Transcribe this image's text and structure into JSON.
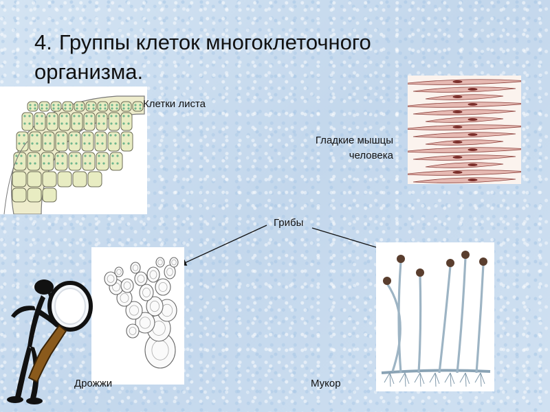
{
  "slide": {
    "number": "4.",
    "title": "Группы клеток многоклеточного организма."
  },
  "labels": {
    "leaf_cells": "Клетки листа",
    "smooth_muscle_line1": "Гладкие мышцы",
    "smooth_muscle_line2": "человека",
    "fungi": "Грибы",
    "yeast": "Дрожжи",
    "mucor": "Мукор"
  },
  "colors": {
    "background": "#c9dcef",
    "leaf_cell_fill": "#e8ecc2",
    "leaf_chloroplast": "#6fb58d",
    "muscle_fiber": "#d58b84",
    "mucor_sporangium": "#5a3e2e",
    "magnifier_handle": "#8a5a1c"
  },
  "icons": {
    "mascot": "stick-figure-with-magnifying-glass-icon"
  }
}
